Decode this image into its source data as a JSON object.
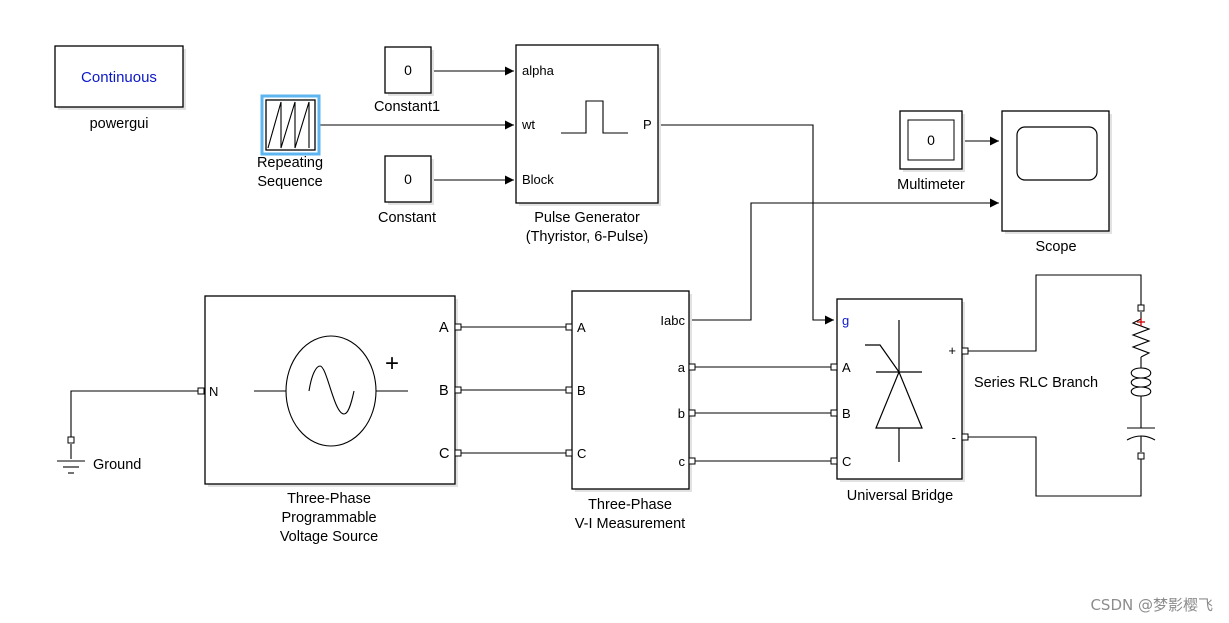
{
  "colors": {
    "block_stroke": "#000000",
    "block_shadow": "#e2e2e2",
    "powergui_text": "#0b18c8",
    "repeating_highlight": "#5eb6f0",
    "g_port_text": "#0b18c8",
    "watermark": "#8c8c8c"
  },
  "blocks": {
    "powergui": {
      "text": "Continuous",
      "label": "powergui"
    },
    "repeating_sequence": {
      "label_line1": "Repeating",
      "label_line2": "Sequence",
      "icon": "sawtooth-icon"
    },
    "constant1": {
      "value": "0",
      "label": "Constant1"
    },
    "constant": {
      "value": "0",
      "label": "Constant"
    },
    "pulse_generator": {
      "ports_in": [
        "alpha",
        "wt",
        "Block"
      ],
      "port_out": "P",
      "label_line1": "Pulse Generator",
      "label_line2": "(Thyristor, 6-Pulse)",
      "icon": "pulse-icon"
    },
    "multimeter": {
      "value": "0",
      "label": "Multimeter"
    },
    "scope": {
      "label": "Scope",
      "icon": "scope-screen-icon"
    },
    "voltage_source": {
      "port_n": "N",
      "ports_out": [
        "A",
        "B",
        "C"
      ],
      "plus": "+",
      "label_line1": "Three-Phase",
      "label_line2": "Programmable",
      "label_line3": "Voltage Source",
      "icon": "ac-source-icon"
    },
    "vi_measurement": {
      "ports_in": [
        "A",
        "B",
        "C"
      ],
      "ports_out": [
        "Iabc",
        "a",
        "b",
        "c"
      ],
      "label_line1": "Three-Phase",
      "label_line2": "V-I Measurement"
    },
    "universal_bridge": {
      "ports_in": [
        "g",
        "A",
        "B",
        "C"
      ],
      "ports_out": [
        "+",
        "-"
      ],
      "label": "Universal Bridge",
      "icon": "thyristor-icon"
    },
    "ground": {
      "label": "Ground",
      "icon": "ground-icon"
    },
    "rlc_branch": {
      "label": "Series RLC Branch",
      "icon": "rlc-icon"
    }
  },
  "watermark": "CSDN @梦影樱飞"
}
